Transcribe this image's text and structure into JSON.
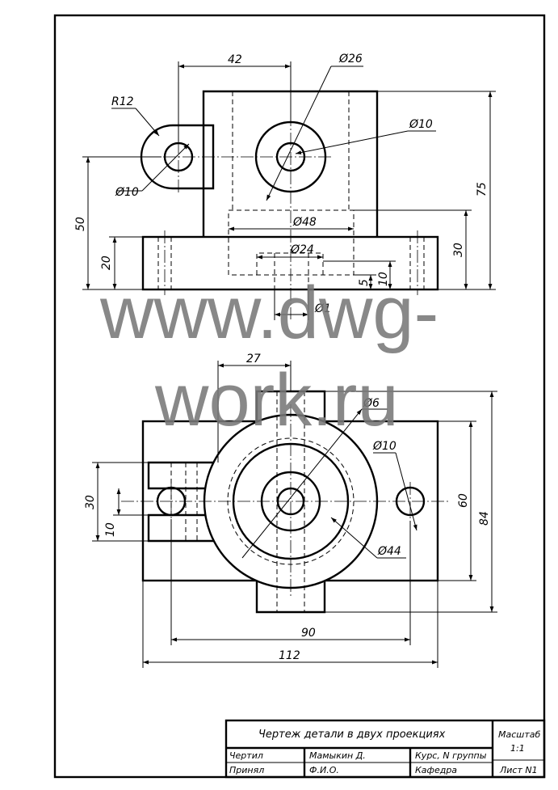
{
  "front_view": {
    "dims": {
      "d42": "42",
      "d26": "Ø26",
      "r12": "R12",
      "d10_hole": "Ø10",
      "d10_bore": "Ø10",
      "d75": "75",
      "d50": "50",
      "d48": "Ø48",
      "d30": "30",
      "d24": "Ø24",
      "d20": "20",
      "d5": "5",
      "d10_depth": "10",
      "d1": "Ø1"
    }
  },
  "top_view": {
    "dims": {
      "d27": "27",
      "d6": "Ø6",
      "d10": "Ø10",
      "d30": "30",
      "d10_slot": "10",
      "d60": "60",
      "d84": "84",
      "d44": "Ø44",
      "d90": "90",
      "d112": "112"
    }
  },
  "watermark": {
    "line1": "www.dwg-",
    "line2": "work.ru"
  },
  "title_block": {
    "title": "Чертеж детали в двух проекциях",
    "scale_label": "Масштаб",
    "scale_value": "1:1",
    "drew_label": "Чертил",
    "drew_name": "Мамыкин Д.",
    "course": "Курс, N группы",
    "accepted_label": "Принял",
    "accepted_name": "Ф.И.О.",
    "department": "Кафедра",
    "sheet": "Лист N1"
  },
  "colors": {
    "line": "#000000",
    "watermark": "#777777",
    "paper": "#ffffff"
  }
}
